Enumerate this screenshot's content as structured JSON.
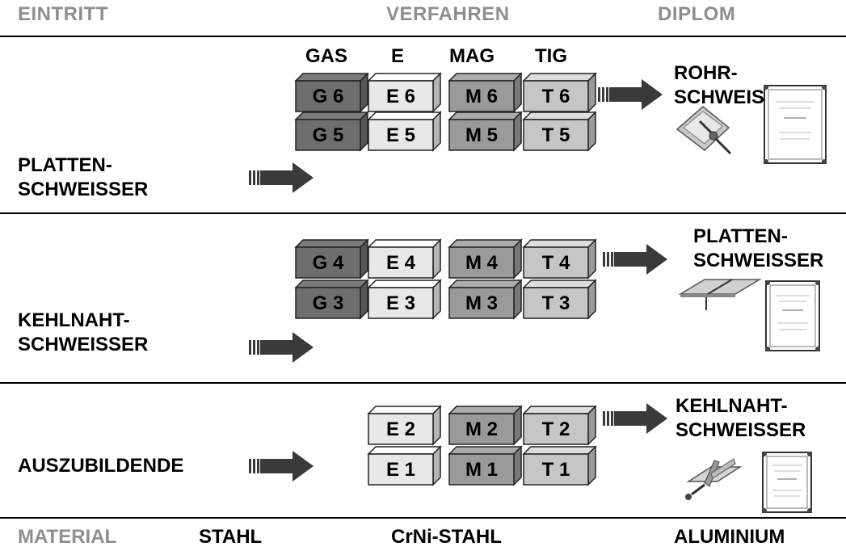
{
  "header": {
    "entry": "EINTRITT",
    "process": "VERFAHREN",
    "diploma": "DIPLOM"
  },
  "process_columns": {
    "gas": "GAS",
    "e": "E",
    "mag": "MAG",
    "tig": "TIG"
  },
  "sections": [
    {
      "entry_label": [
        "PLATTEN-",
        "SCHWEISSER"
      ],
      "rows": [
        [
          "G 6",
          "E 6",
          "M 6",
          "T 6"
        ],
        [
          "G 5",
          "E 5",
          "M 5",
          "T 5"
        ]
      ],
      "diploma_label": [
        "ROHR-",
        "SCHWEISSER"
      ],
      "illustration": "pipe-icon"
    },
    {
      "entry_label": [
        "KEHLNAHT-",
        "SCHWEISSER"
      ],
      "rows": [
        [
          "G 4",
          "E 4",
          "M 4",
          "T 4"
        ],
        [
          "G 3",
          "E 3",
          "M 3",
          "T 3"
        ]
      ],
      "diploma_label": [
        "PLATTEN-",
        "SCHWEISSER"
      ],
      "illustration": "plate-icon"
    },
    {
      "entry_label": [
        "AUSZUBILDENDE"
      ],
      "rows": [
        [
          "E 2",
          "M 2",
          "T 2"
        ],
        [
          "E 1",
          "M 1",
          "T 1"
        ]
      ],
      "diploma_label": [
        "KEHLNAHT-",
        "SCHWEISSER"
      ],
      "illustration": "fillet-weld-icon"
    }
  ],
  "footer": {
    "material": "MATERIAL",
    "steel": "STAHL",
    "crni": "CrNi-STAHL",
    "aluminium": "ALUMINIUM"
  },
  "colors": {
    "gas": "#6e6e6e",
    "e": "#e8e8e8",
    "mag": "#9a9a9a",
    "tig": "#c6c6c6",
    "arrow": "#3a3a3a",
    "header": "#8e8e8e"
  }
}
